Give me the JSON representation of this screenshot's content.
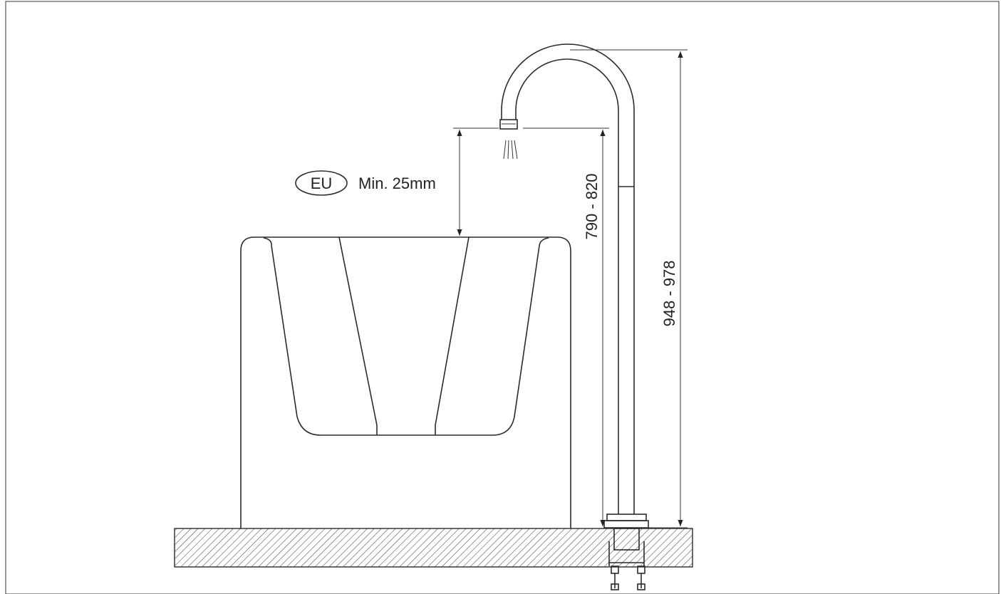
{
  "drawing": {
    "badge": "EU",
    "clearance": "Min. 25mm",
    "dim_spout_height": "790 - 820",
    "dim_total_height": "948 - 978"
  },
  "colors": {
    "line": "#2b2b2b",
    "background": "#ffffff",
    "hatch": "#555555"
  }
}
